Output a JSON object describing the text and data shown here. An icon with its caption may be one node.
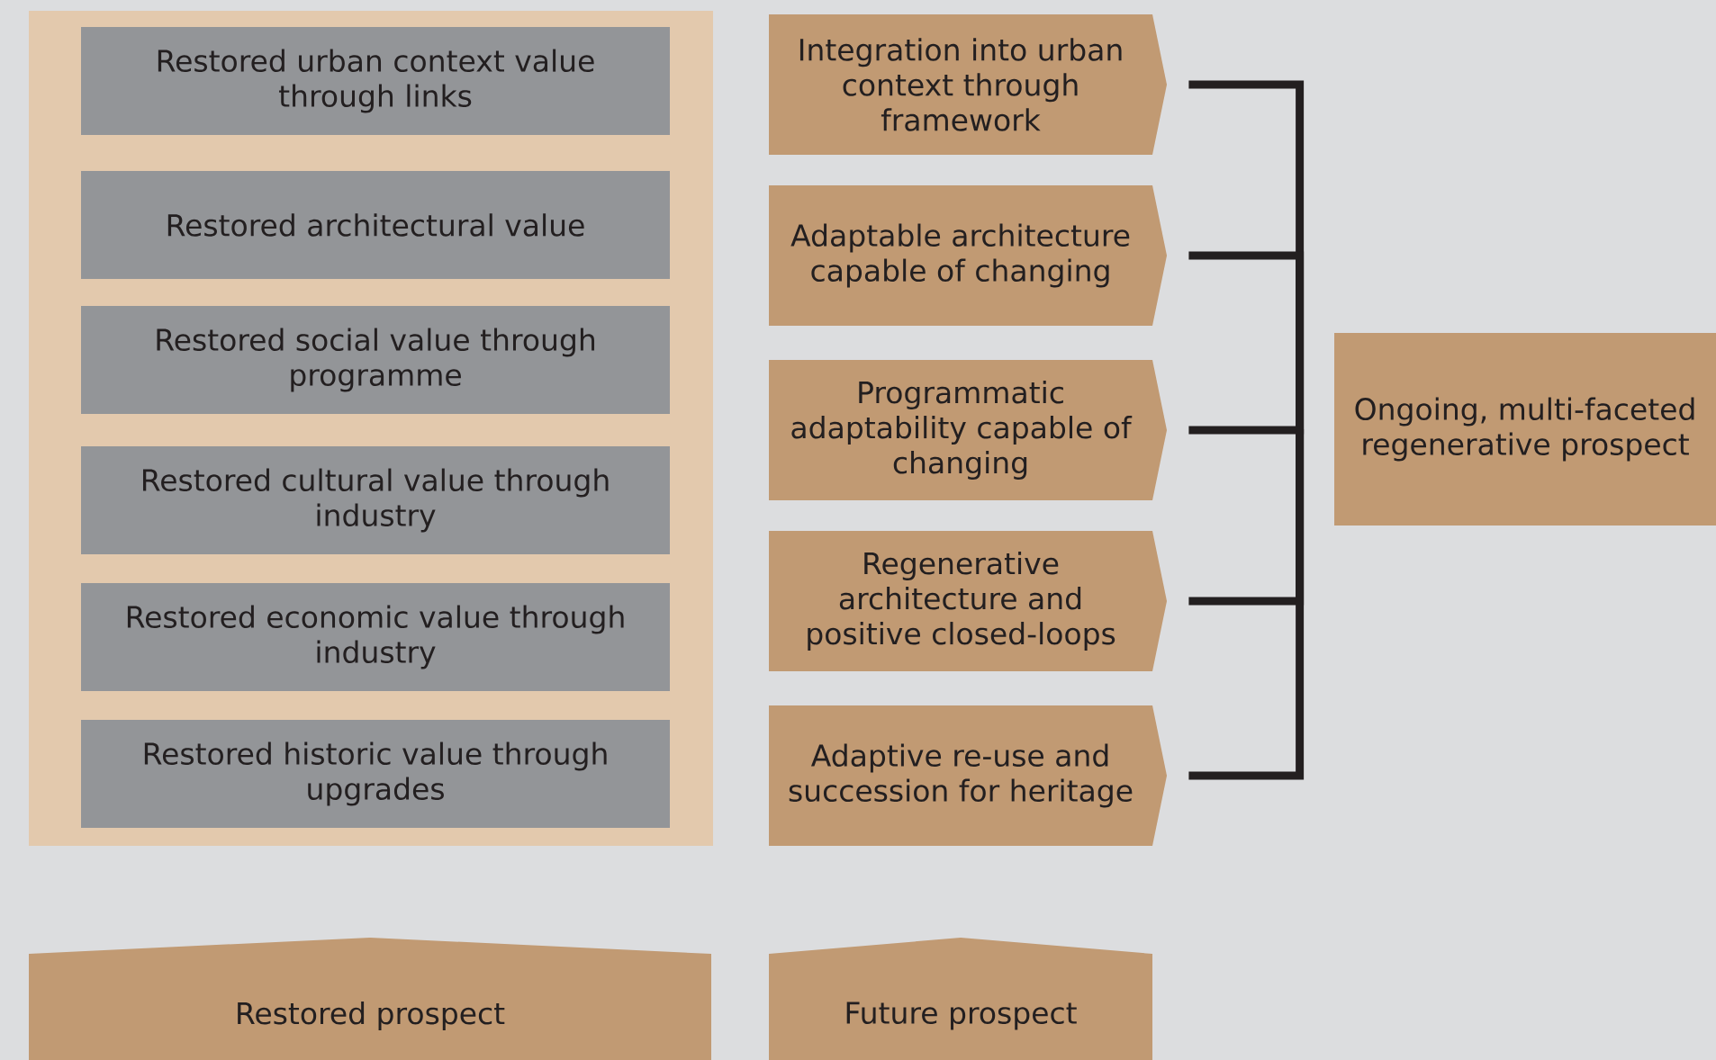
{
  "diagram": {
    "nodes": [
      {
        "text": [],
        "shape": "box"
      },
      {
        "text": [
          "Restored urban context value through links"
        ],
        "in": 0
      },
      {
        "text": [
          "Restored architectural value"
        ],
        "in": 0
      },
      {
        "text": [
          "Restored social value through programme"
        ],
        "in": 0
      },
      {
        "text": [
          "Restored cultural value through industry"
        ],
        "in": 0
      },
      {
        "text": [
          "Restored economic value through industry"
        ],
        "in": 0
      },
      {
        "text": [
          "Restored historic value through upgrades"
        ],
        "in": 0
      },
      {
        "text": [
          "Integration into urban context through framework"
        ]
      },
      {
        "text": [
          "Adaptable architecture capable of changing"
        ]
      },
      {
        "text": [
          "Programmatic adaptability capable of changing"
        ]
      },
      {
        "text": [
          "Regenerative architecture and positive closed-loops"
        ]
      },
      {
        "text": [
          "Adaptive re-use and succession for heritage"
        ]
      },
      {
        "text": [
          "Ongoing, multi-faceted regenerative prospect"
        ]
      },
      {
        "text": [
          "Restored prospect"
        ]
      },
      {
        "text": [
          "Future prospect"
        ]
      }
    ],
    "edges": [
      {
        "from": 7,
        "to": 12,
        "arrow": "none"
      },
      {
        "from": 8,
        "to": 12,
        "arrow": "none"
      },
      {
        "from": 9,
        "to": 12,
        "arrow": "none"
      },
      {
        "from": 10,
        "to": 12,
        "arrow": "none"
      },
      {
        "from": 11,
        "to": 12,
        "arrow": "none"
      }
    ]
  }
}
